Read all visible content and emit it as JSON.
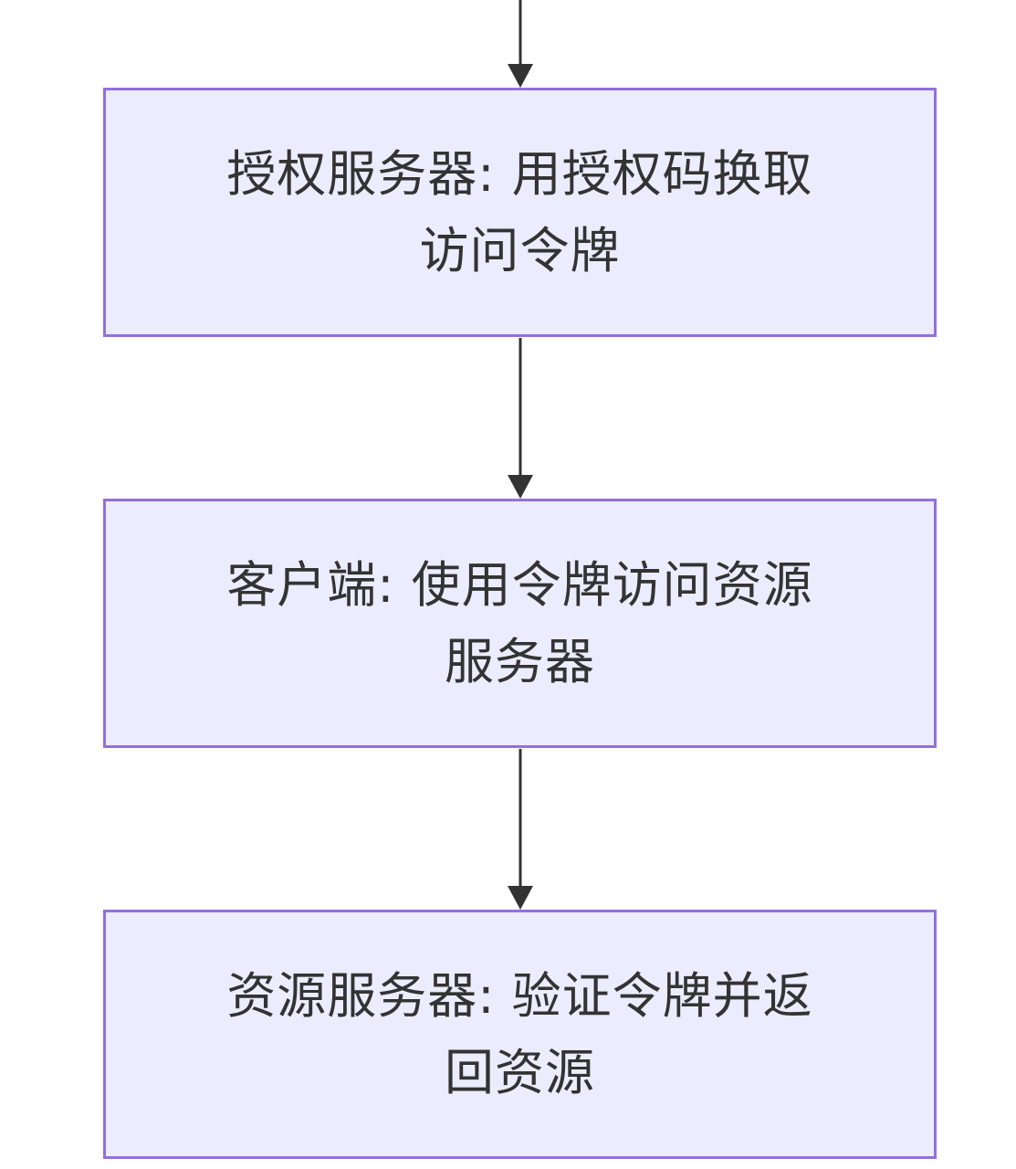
{
  "colors": {
    "node_fill": "#ececff",
    "node_border": "#9370db",
    "edge": "#333333",
    "text": "#333333"
  },
  "nodes": [
    {
      "label": "授权服务器: 用授权码换取访问令牌"
    },
    {
      "label": "客户端: 使用令牌访问资源服务器"
    },
    {
      "label": "资源服务器: 验证令牌并返回资源"
    }
  ]
}
